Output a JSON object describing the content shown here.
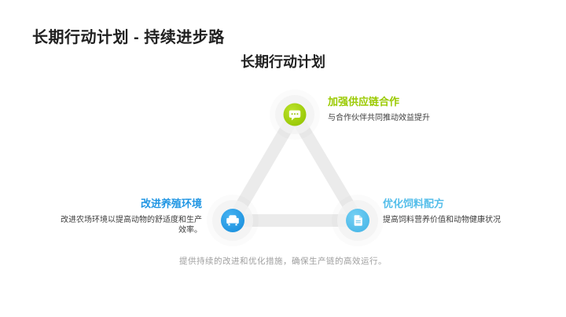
{
  "slide": {
    "title": "长期行动计划 - 持续进步路",
    "subtitle": "长期行动计划",
    "caption": "提供持续的改进和优化措施，确保生产链的高效运行。"
  },
  "colors": {
    "title_text": "#212121",
    "desc_text": "#3d3d3d",
    "caption_text": "#9e9e9e",
    "triangle_bar": "#ebebeb",
    "node_green": "#9aca00",
    "node_blue": "#2196e3",
    "node_sky": "#55beea",
    "background": "#ffffff"
  },
  "diagram": {
    "type": "triangle-cycle",
    "nodes": [
      {
        "position": "top",
        "label": "加强供应链合作",
        "desc": "与合作伙伴共同推动效益提升",
        "color": "#9aca00",
        "icon": "chat-bubble-icon"
      },
      {
        "position": "bottom-left",
        "label": "改进养殖环境",
        "desc": "改进农场环境以提高动物的舒适度和生产效率。",
        "color": "#2196e3",
        "icon": "armchair-icon"
      },
      {
        "position": "bottom-right",
        "label": "优化饲料配方",
        "desc": "提高饲料营养价值和动物健康状况",
        "color": "#55beea",
        "icon": "document-icon"
      }
    ]
  }
}
